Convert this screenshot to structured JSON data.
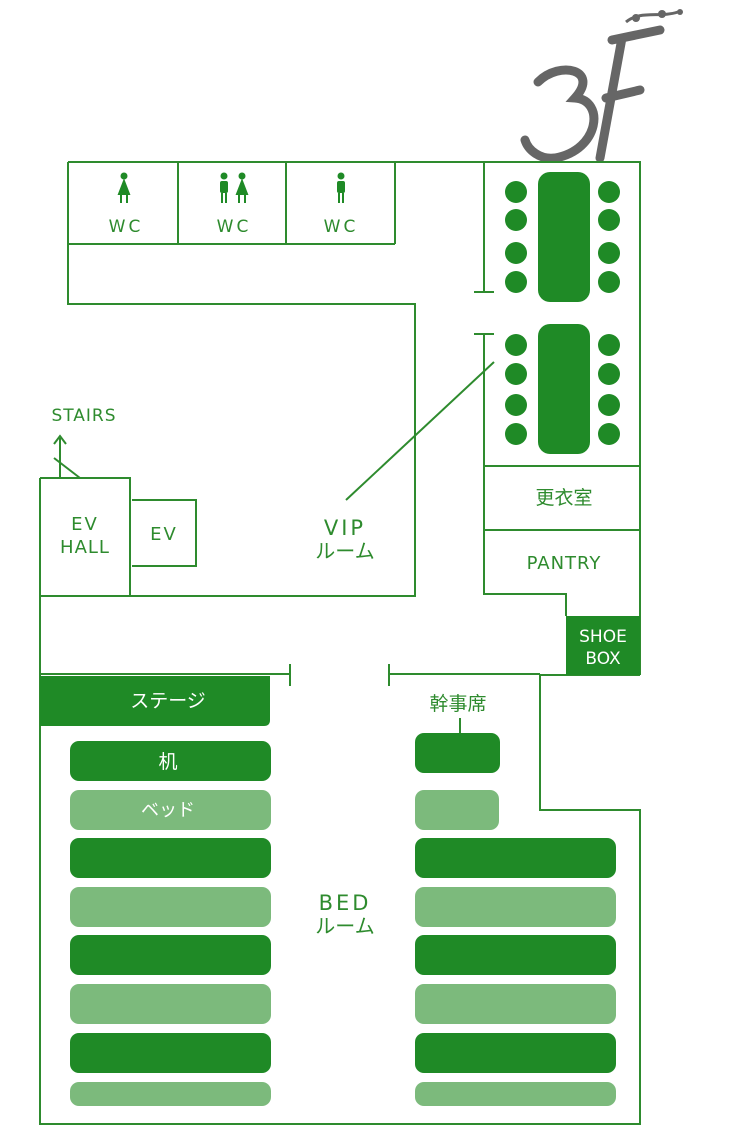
{
  "floor": {
    "label": "3F"
  },
  "colors": {
    "green": "#1f8a26",
    "line": "#2e8b2e",
    "light": "#7cba7c",
    "logo": "#666666"
  },
  "restrooms": [
    {
      "label": "WC",
      "icon": "female-restroom-icon"
    },
    {
      "label": "WC",
      "icon": "unisex-restroom-icon"
    },
    {
      "label": "WC",
      "icon": "male-restroom-icon"
    }
  ],
  "rooms": {
    "stairs": "STAIRS",
    "ev_hall_line1": "EV",
    "ev_hall_line2": "HALL",
    "ev": "EV",
    "vip_line1": "VIP",
    "vip_line2": "ルーム",
    "changing": "更衣室",
    "pantry": "PANTRY",
    "shoebox_line1": "SHOE",
    "shoebox_line2": "BOX",
    "stage": "ステージ",
    "organizer": "幹事席",
    "bed_line1": "BED",
    "bed_line2": "ルーム"
  },
  "furniture": {
    "desk": "机",
    "bed": "ベッド"
  }
}
